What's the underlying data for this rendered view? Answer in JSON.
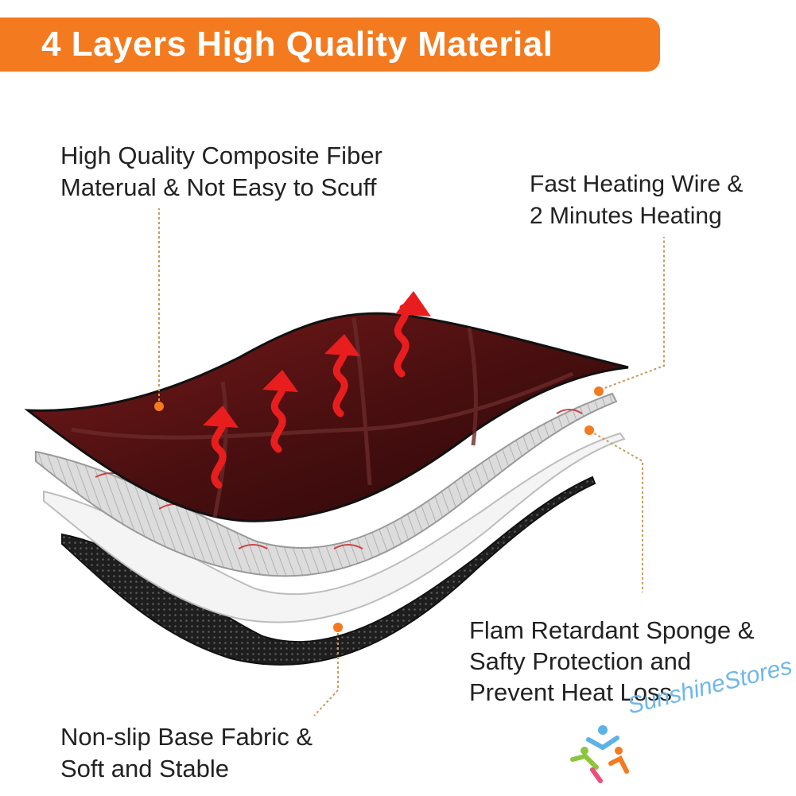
{
  "banner": {
    "title": "4 Layers High Quality Material",
    "color": "#f47a1f"
  },
  "callouts": {
    "top_left": [
      "High Quality Composite Fiber",
      "Materual & Not Easy to Scuff"
    ],
    "top_right": [
      "Fast Heating Wire &",
      "2 Minutes Heating"
    ],
    "bottom_right": [
      "Flam Retardant Sponge &",
      "Safty Protection and",
      "Prevent Heat Loss"
    ],
    "bottom_left": [
      "Non-slip Base Fabric &",
      "Soft and Stable"
    ]
  },
  "brand": {
    "name": "SunshineStores",
    "color": "#6fb8e8"
  },
  "colors": {
    "leader_line": "#c89a5a",
    "marker_dot": "#f47a1f",
    "top_layer": "#5a1414",
    "arrow": "#e81e1e",
    "base_fabric": "#2a2a2a"
  },
  "icons": {
    "heat_arrow": "heat-wave-arrow-icon",
    "logo": "sunshine-people-logo-icon"
  }
}
